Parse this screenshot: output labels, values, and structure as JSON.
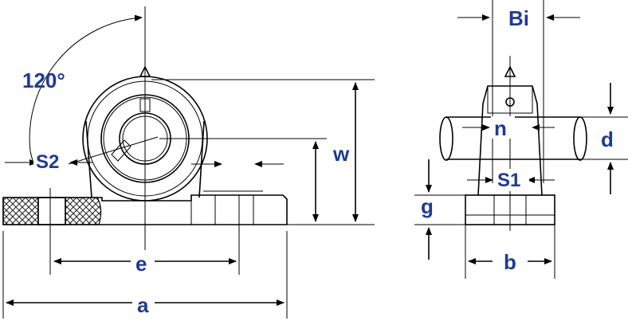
{
  "labels": {
    "angle": "120°",
    "s2": "S2",
    "w": "w",
    "e": "e",
    "a": "a",
    "bi": "Bi",
    "n": "n",
    "d": "d",
    "s1": "S1",
    "g": "g",
    "b": "b"
  },
  "colors": {
    "label": "#1f3a93",
    "line": "#000000",
    "background": "#ffffff",
    "hatch": "#222222"
  }
}
